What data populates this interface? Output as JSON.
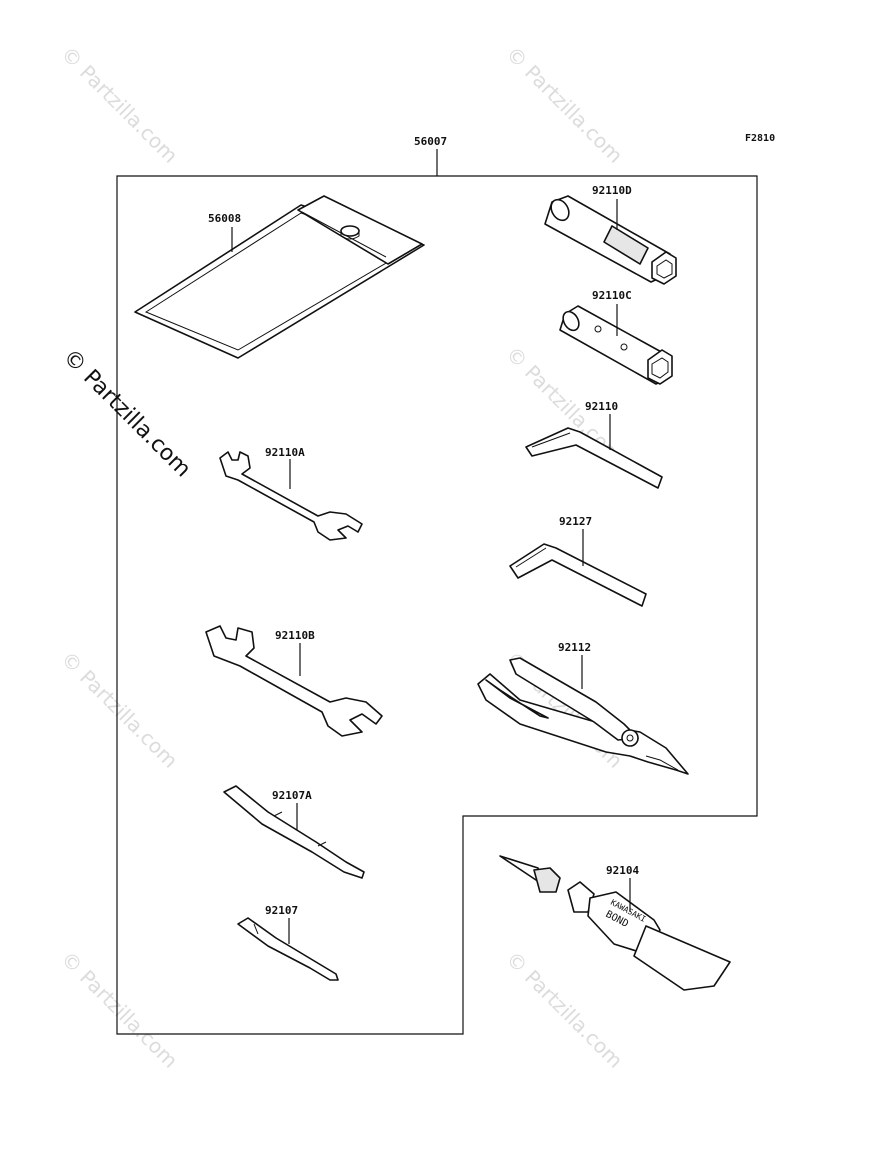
{
  "figure_code": "F2810",
  "watermark": "© Partzilla.com",
  "kit": {
    "number": "56007"
  },
  "parts": {
    "p56008": "56008",
    "p92110D": "92110D",
    "p92110C": "92110C",
    "p92110": "92110",
    "p92110A": "92110A",
    "p92127": "92127",
    "p92110B": "92110B",
    "p92112": "92112",
    "p92107A": "92107A",
    "p92107": "92107",
    "p92104": "92104"
  },
  "tube_text": {
    "line1": "KAWASAKI",
    "line2": "BOND"
  }
}
